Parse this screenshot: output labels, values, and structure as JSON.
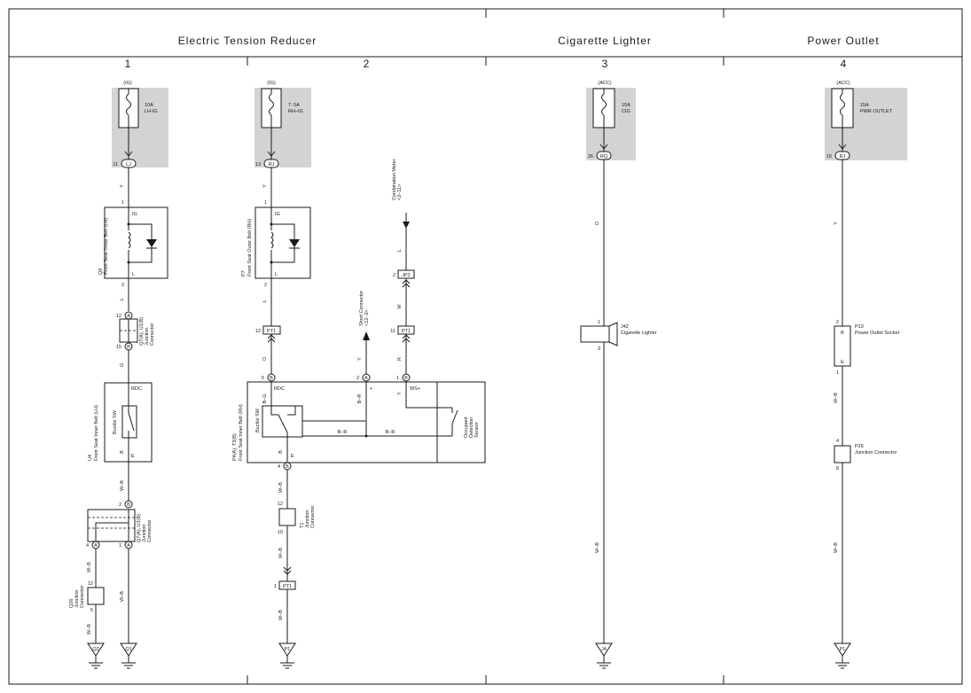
{
  "sections": [
    {
      "id": "ecr",
      "title": "Electric Tension Reducer"
    },
    {
      "id": "cig",
      "title": "Cigarette Lighter"
    },
    {
      "id": "pwr",
      "title": "Power Outlet"
    }
  ],
  "columns": [
    "1",
    "2",
    "3",
    "4"
  ],
  "col1": {
    "fuse": {
      "supply": "(IG)",
      "rating": "10A",
      "name": "LH-IG",
      "pin": "11",
      "conn": "LJ"
    },
    "w_y": "Y",
    "relay": {
      "pin_top": "1",
      "pin_bot": "2",
      "ig": "IG",
      "l": "L",
      "id": "Q9",
      "name": "Front Seat Outer Belt (LH)"
    },
    "w_l": "L",
    "jc1": {
      "pin_top": "12",
      "conn_top": "A",
      "pin_bot": "15",
      "conn_bot": "B",
      "id": "Q7(A), U1(B)",
      "name1": "Junction",
      "name2": "Connector"
    },
    "w_g": "G",
    "buckle": {
      "rdc": "RDC",
      "sw": "Buckle SW",
      "e": "E",
      "id": "U4",
      "name": "Front Seat Inner Belt (LH)"
    },
    "w_b": "B",
    "w_wb1": "W–B",
    "jc2": {
      "pin_top": "2",
      "conn_top": "B",
      "pin_l": "4",
      "conn_l": "A",
      "pin_r": "1",
      "conn_r": "A",
      "id": "Q7(A), U1(B)",
      "name1": "Junction",
      "name2": "Connector"
    },
    "w_wb2": "W–B",
    "w_wb3": "W–B",
    "jc3": {
      "pin_top": "12",
      "pin_bot": "5",
      "id": "Q26",
      "name1": "Junction",
      "name2": "Connector"
    },
    "w_wb4": "W–B",
    "grounds": [
      "Q2",
      "Q1"
    ]
  },
  "col2": {
    "fuse": {
      "supply": "(IG)",
      "rating": "7. 5A",
      "name": "RH–IG",
      "pin": "13",
      "conn": "RJ"
    },
    "w_y": "Y",
    "relay": {
      "pin_top": "1",
      "pin_bot": "2",
      "ig": "IG",
      "l": "L",
      "id": "P7",
      "name": "Front Seat Outer Belt (RH)"
    },
    "w_l": "L",
    "pt1a": {
      "pin": "12",
      "conn": "PT1"
    },
    "w_o": "O",
    "combo": {
      "name": "Combination Meter",
      "ref": "<2–11>",
      "w": "L",
      "pin": "2",
      "conn": "JP2",
      "w2": "W",
      "pin2": "11",
      "conn2": "PT1",
      "w3": "R"
    },
    "short": {
      "name": "Short Connector",
      "ref": "<12–3>",
      "w": "Y"
    },
    "module": {
      "pin_o": "5",
      "conn_o": "B",
      "pin_y": "2",
      "conn_y": "A",
      "pin_r": "1",
      "conn_r": "B",
      "rdc": "RDC",
      "bg": "B–G",
      "plus": "+",
      "br_top": "B–R",
      "y": "Y",
      "ws": "WS+",
      "br1": "B–R",
      "br2": "B–R",
      "sw": "Buckle SW",
      "sensor1": "Occupant",
      "sensor2": "Detection",
      "sensor3": "Sensor",
      "b": "B",
      "e": "E",
      "id": "P4(A), T3(B)",
      "name": "Front Seat Inner Belt (RH)"
    },
    "pin_e": "4",
    "conn_e": "B",
    "w_wb1": "W–B",
    "jc": {
      "pin_top": "12",
      "pin_bot": "10",
      "id": "T1",
      "name1": "Junction",
      "name2": "Connector"
    },
    "w_wb2": "W–B",
    "pt1b": {
      "pin": "1",
      "conn": "PT1"
    },
    "w_wb3": "W–B",
    "ground": "P1"
  },
  "col3": {
    "fuse": {
      "supply": "(ACC)",
      "rating": "15A",
      "name": "CIG",
      "pin": "26",
      "conn": "RQ"
    },
    "w_o": "O",
    "lighter": {
      "pin_top": "1",
      "pin_bot": "3",
      "id": "J42",
      "name": "Cigarette Lighter"
    },
    "w_wb": "W–B",
    "ground": "J4"
  },
  "col4": {
    "fuse": {
      "supply": "(ACC)",
      "rating": "15A",
      "name": "PWR OUTLET",
      "pin": "16",
      "conn": "RJ"
    },
    "w_y": "Y",
    "socket": {
      "pin_top": "2",
      "pin_bot": "1",
      "b": "B",
      "e": "E",
      "id": "P13",
      "name": "Power Outlet Socket"
    },
    "w_wb1": "W–B",
    "jc": {
      "pin_top": "4",
      "pin_bot": "8",
      "id": "P26",
      "name": "Junction Connector"
    },
    "w_wb2": "W–B",
    "ground": "P1"
  }
}
